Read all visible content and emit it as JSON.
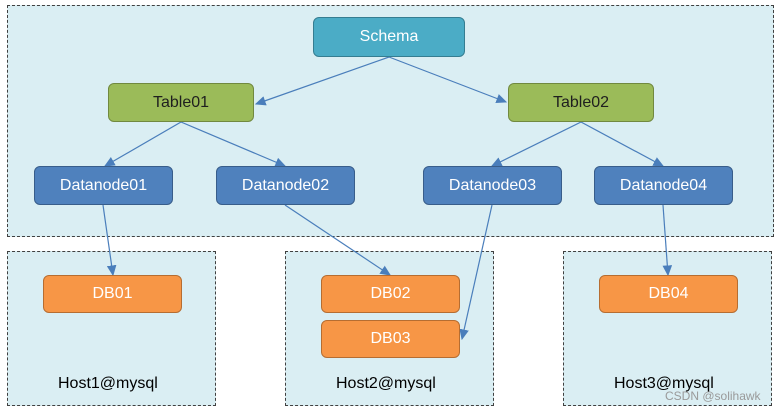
{
  "schema": {
    "label": "Schema"
  },
  "tables": [
    {
      "id": "table01",
      "label": "Table01"
    },
    {
      "id": "table02",
      "label": "Table02"
    }
  ],
  "datanodes": [
    {
      "id": "datanode01",
      "label": "Datanode01"
    },
    {
      "id": "datanode02",
      "label": "Datanode02"
    },
    {
      "id": "datanode03",
      "label": "Datanode03"
    },
    {
      "id": "datanode04",
      "label": "Datanode04"
    }
  ],
  "databases": [
    {
      "id": "db01",
      "label": "DB01"
    },
    {
      "id": "db02",
      "label": "DB02"
    },
    {
      "id": "db03",
      "label": "DB03"
    },
    {
      "id": "db04",
      "label": "DB04"
    }
  ],
  "hosts": [
    {
      "id": "host1",
      "label": "Host1@mysql"
    },
    {
      "id": "host2",
      "label": "Host2@mysql"
    },
    {
      "id": "host3",
      "label": "Host3@mysql"
    }
  ],
  "edges": [
    {
      "from": "schema",
      "to": "table01"
    },
    {
      "from": "schema",
      "to": "table02"
    },
    {
      "from": "table01",
      "to": "datanode01"
    },
    {
      "from": "table01",
      "to": "datanode02"
    },
    {
      "from": "table02",
      "to": "datanode03"
    },
    {
      "from": "table02",
      "to": "datanode04"
    },
    {
      "from": "datanode01",
      "to": "db01"
    },
    {
      "from": "datanode02",
      "to": "db02"
    },
    {
      "from": "datanode03",
      "to": "db03"
    },
    {
      "from": "datanode04",
      "to": "db04"
    }
  ],
  "colors": {
    "schema": "#4bacc6",
    "table": "#9bbb59",
    "datanode": "#4f81bd",
    "database": "#f79646",
    "region": "#daeef3",
    "edge": "#4a7ebb"
  },
  "watermark": "CSDN @solihawk"
}
